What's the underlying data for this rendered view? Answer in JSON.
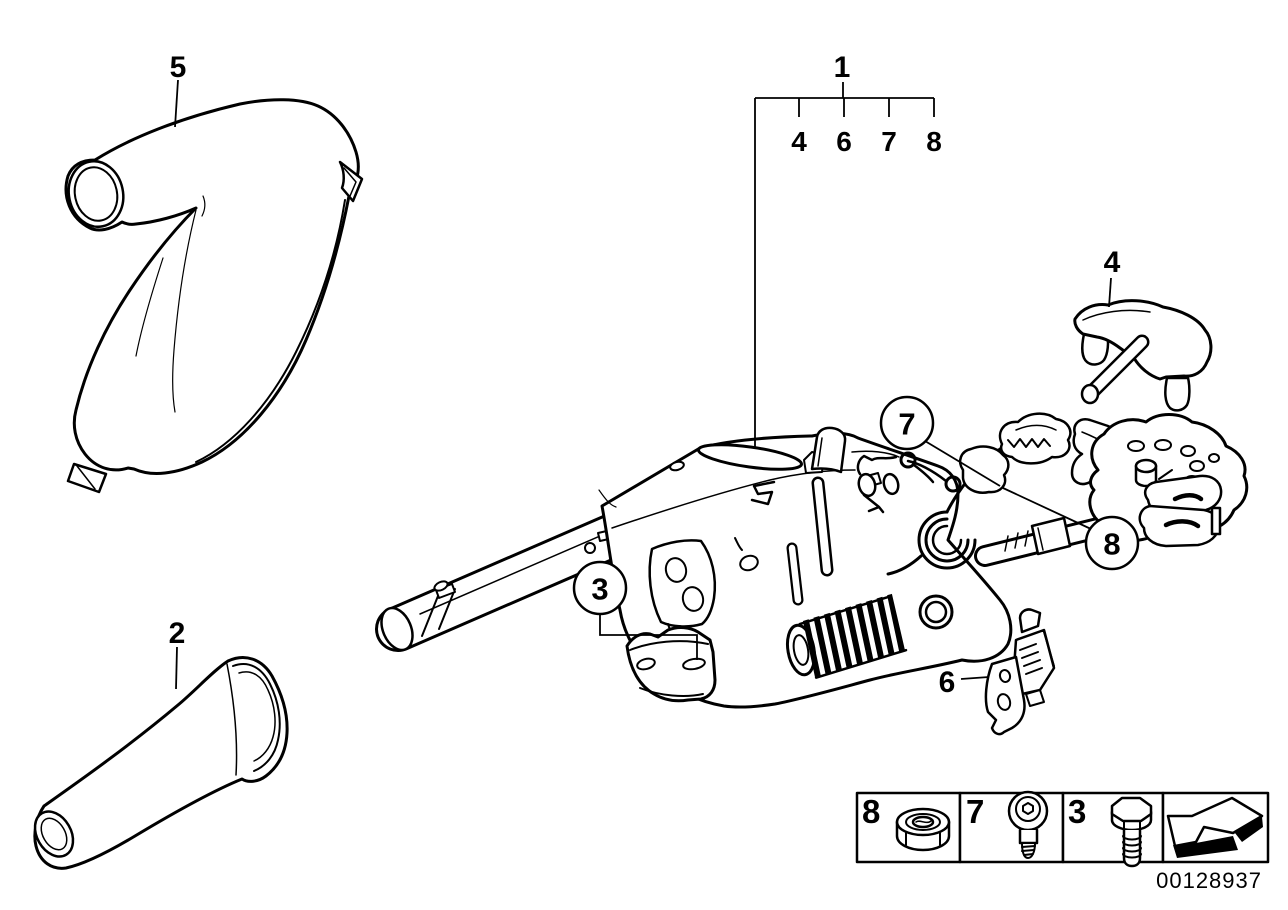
{
  "colors": {
    "ink": "#000000",
    "paper": "#ffffff"
  },
  "callouts": {
    "boot": "5",
    "grip": "2",
    "lever_assembly": "1",
    "lever_assembly_items": [
      "4",
      "6",
      "7",
      "8"
    ],
    "cover": "4",
    "shoulder_screw": "7",
    "lock_nut": "8",
    "hex_bolt": "3",
    "cable_bracket": "6"
  },
  "legend": {
    "items": [
      {
        "ref": "8",
        "icon": "hex-nut-icon"
      },
      {
        "ref": "7",
        "icon": "shoulder-screw-icon"
      },
      {
        "ref": "3",
        "icon": "hex-bolt-icon"
      }
    ],
    "arrow_icon": "direction-arrow-icon"
  },
  "footer": {
    "part_number": "00128937"
  }
}
